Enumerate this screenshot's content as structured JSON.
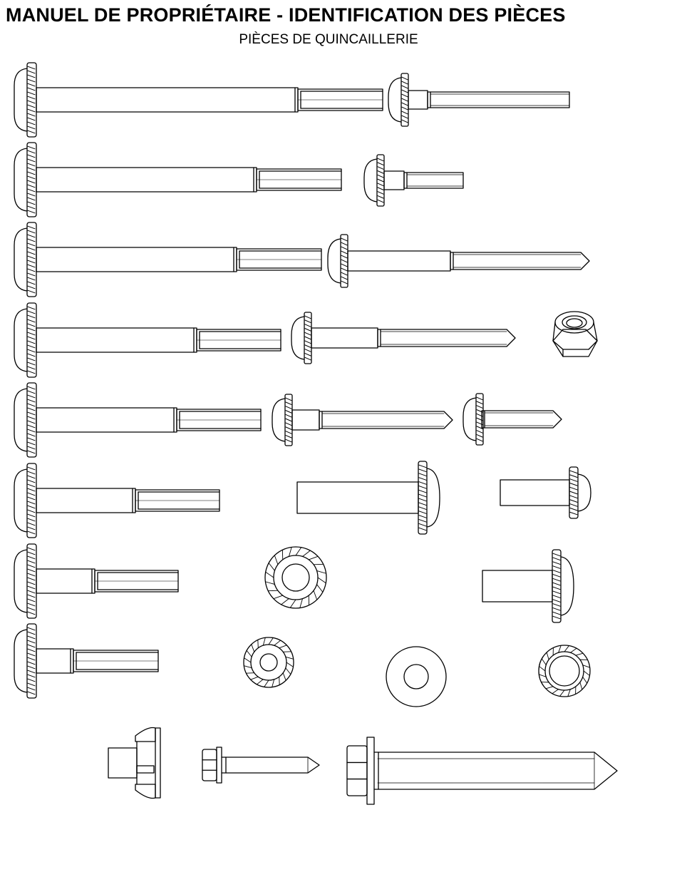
{
  "header": {
    "title": "MANUEL DE PROPRIÉTAIRE - IDENTIFICATION DES PIÈCES",
    "subtitle": "PIÈCES DE QUINCAILLERIE"
  },
  "colors": {
    "line": "#000000",
    "background": "#ffffff"
  },
  "parts": [
    {
      "name": "shoulder-bolt-1",
      "kind": "shoulder-bolt",
      "row": 1
    },
    {
      "name": "carriage-bolt-1",
      "kind": "carriage-bolt",
      "row": 1
    },
    {
      "name": "shoulder-bolt-2",
      "kind": "shoulder-bolt",
      "row": 2
    },
    {
      "name": "carriage-bolt-2",
      "kind": "carriage-bolt",
      "row": 2
    },
    {
      "name": "shoulder-bolt-3",
      "kind": "shoulder-bolt",
      "row": 3
    },
    {
      "name": "pointed-carriage-bolt-1",
      "kind": "pointed-carriage-bolt",
      "row": 3
    },
    {
      "name": "shoulder-bolt-4",
      "kind": "shoulder-bolt",
      "row": 4
    },
    {
      "name": "pointed-carriage-bolt-2",
      "kind": "pointed-carriage-bolt",
      "row": 4
    },
    {
      "name": "nylon-lock-nut",
      "kind": "lock-nut",
      "row": 4
    },
    {
      "name": "shoulder-bolt-5",
      "kind": "shoulder-bolt",
      "row": 5
    },
    {
      "name": "pointed-carriage-bolt-3",
      "kind": "pointed-carriage-bolt",
      "row": 5
    },
    {
      "name": "pointed-carriage-bolt-4",
      "kind": "pointed-carriage-bolt",
      "row": 5
    },
    {
      "name": "shoulder-bolt-6",
      "kind": "shoulder-bolt",
      "row": 6
    },
    {
      "name": "sleeve-nut-1",
      "kind": "sleeve-nut",
      "row": 6
    },
    {
      "name": "sleeve-nut-2",
      "kind": "sleeve-nut",
      "row": 6
    },
    {
      "name": "shoulder-bolt-7",
      "kind": "shoulder-bolt",
      "row": 7
    },
    {
      "name": "flange-nut-1",
      "kind": "flange-nut",
      "row": 7
    },
    {
      "name": "sleeve-nut-3",
      "kind": "sleeve-nut",
      "row": 7
    },
    {
      "name": "shoulder-bolt-8",
      "kind": "shoulder-bolt",
      "row": 8
    },
    {
      "name": "flange-nut-2",
      "kind": "flange-nut",
      "row": 8
    },
    {
      "name": "flat-washer",
      "kind": "washer",
      "row": 8
    },
    {
      "name": "flange-nut-3",
      "kind": "flange-nut",
      "row": 8
    },
    {
      "name": "plastic-rivet",
      "kind": "push-rivet",
      "row": 9
    },
    {
      "name": "hex-screw-small",
      "kind": "hex-screw",
      "row": 9
    },
    {
      "name": "hex-screw-large",
      "kind": "hex-screw",
      "row": 9
    }
  ]
}
